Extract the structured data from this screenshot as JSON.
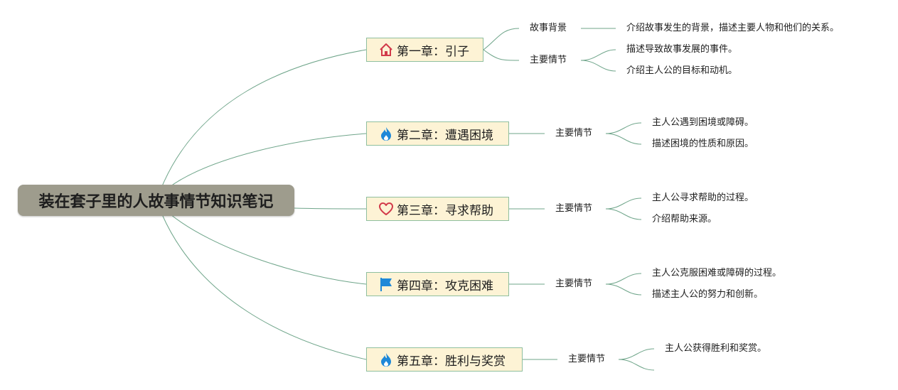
{
  "root": {
    "title": "装在套子里的人故事情节知识笔记"
  },
  "chapters": [
    {
      "title": "第一章：引子",
      "icon": "house-icon",
      "sub1_label": "故事背景",
      "sub1_detail": "介绍故事发生的背景，描述主要人物和他们的关系。",
      "sub2_label": "主要情节",
      "sub2_detail1": "描述导致故事发展的事件。",
      "sub2_detail2": "介绍主人公的目标和动机。"
    },
    {
      "title": "第二章：遭遇困境",
      "icon": "flame-icon",
      "sub_label": "主要情节",
      "detail1": "主人公遇到困境或障碍。",
      "detail2": "描述困境的性质和原因。"
    },
    {
      "title": "第三章：寻求帮助",
      "icon": "heart-icon",
      "sub_label": "主要情节",
      "detail1": "主人公寻求帮助的过程。",
      "detail2": "介绍帮助来源。"
    },
    {
      "title": "第四章：攻克困难",
      "icon": "flag-icon",
      "sub_label": "主要情节",
      "detail1": "主人公克服困难或障碍的过程。",
      "detail2": "描述主人公的努力和创新。"
    },
    {
      "title": "第五章：胜利与奖赏",
      "icon": "flame-icon",
      "sub_label": "主要情节",
      "detail1": "主人公获得胜利和奖赏。"
    }
  ],
  "colors": {
    "root_bg": "#9e9c8d",
    "chapter_bg": "#fdf3d5",
    "connector": "#6fa58a"
  }
}
